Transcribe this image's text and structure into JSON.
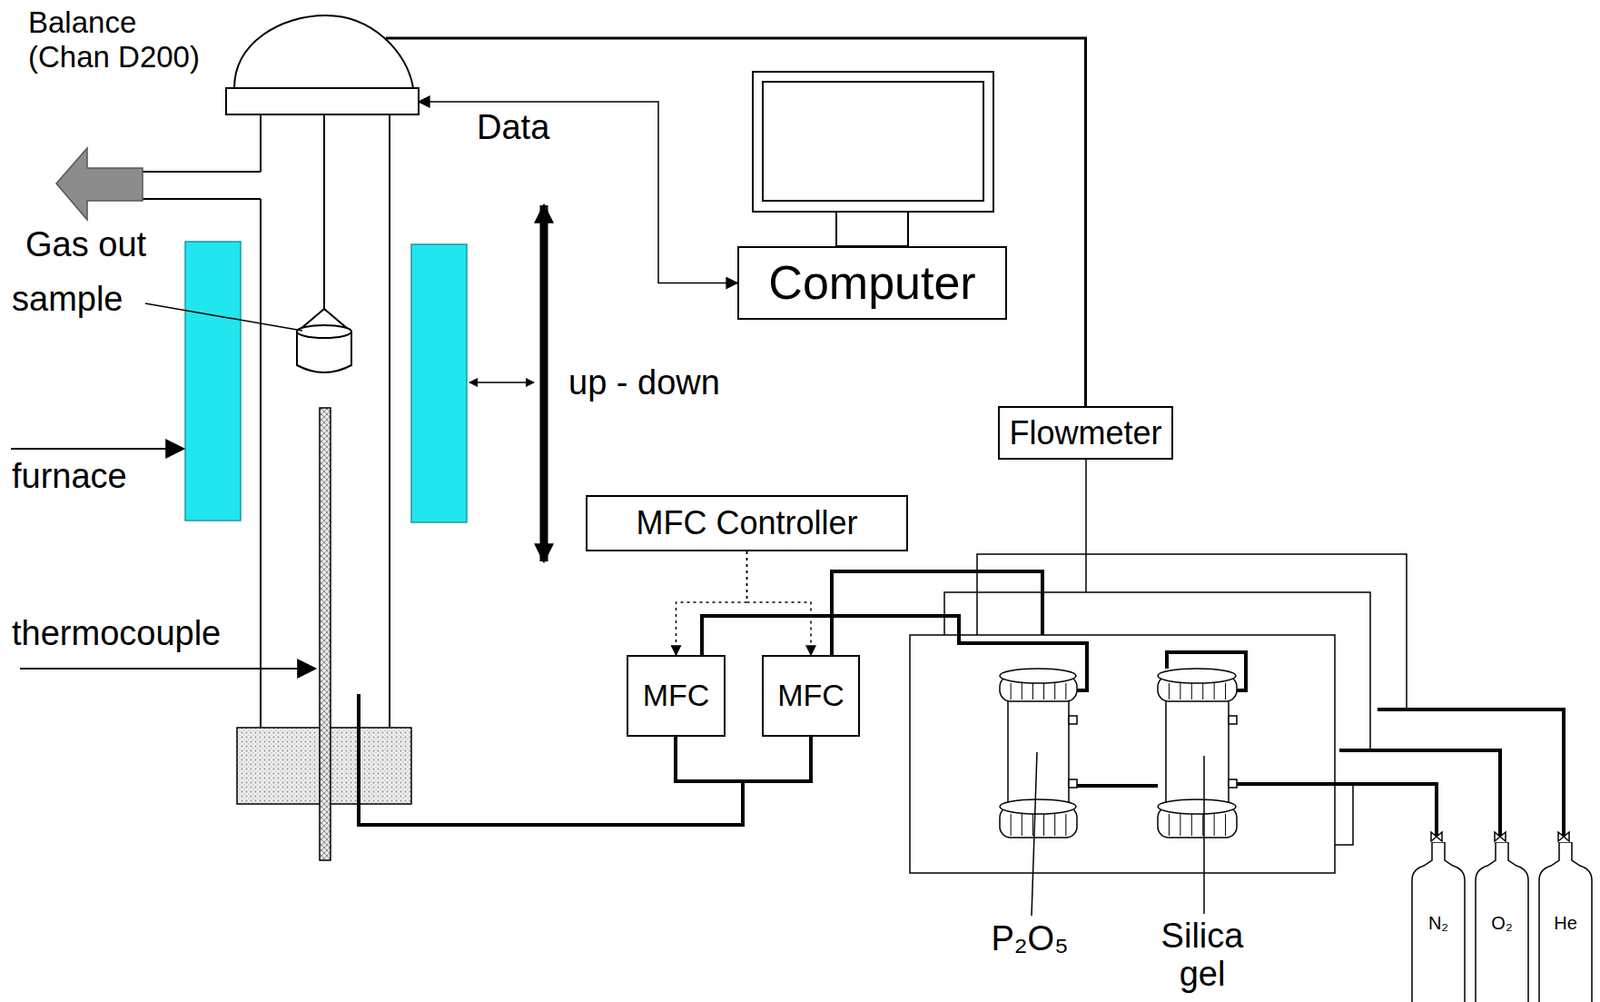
{
  "diagram": {
    "nodes": [
      {
        "text": [
          "Balance (Chan D200)"
        ]
      },
      {
        "text": [
          "Computer"
        ]
      },
      {
        "text": [
          "Flowmeter"
        ]
      },
      {
        "text": [
          "MFC Controller"
        ]
      },
      {
        "text": [
          "MFC"
        ]
      },
      {
        "text": [
          "MFC"
        ]
      },
      {
        "text": [
          "N₂"
        ]
      },
      {
        "text": [
          "O₂"
        ]
      },
      {
        "text": [
          "He"
        ]
      }
    ],
    "edges": [
      {
        "from": 0,
        "to": 1,
        "label": "Data",
        "arrow": "both"
      },
      {
        "from": 3,
        "to": 4,
        "arrow": "to"
      },
      {
        "from": 3,
        "to": 5,
        "arrow": "to"
      },
      {
        "from": 2,
        "to": 0,
        "arrow": "none"
      }
    ],
    "labels": [
      "Gas out",
      "sample",
      "furnace",
      "up - down",
      "thermocouple",
      "P₂O₅",
      "Silica gel"
    ]
  }
}
